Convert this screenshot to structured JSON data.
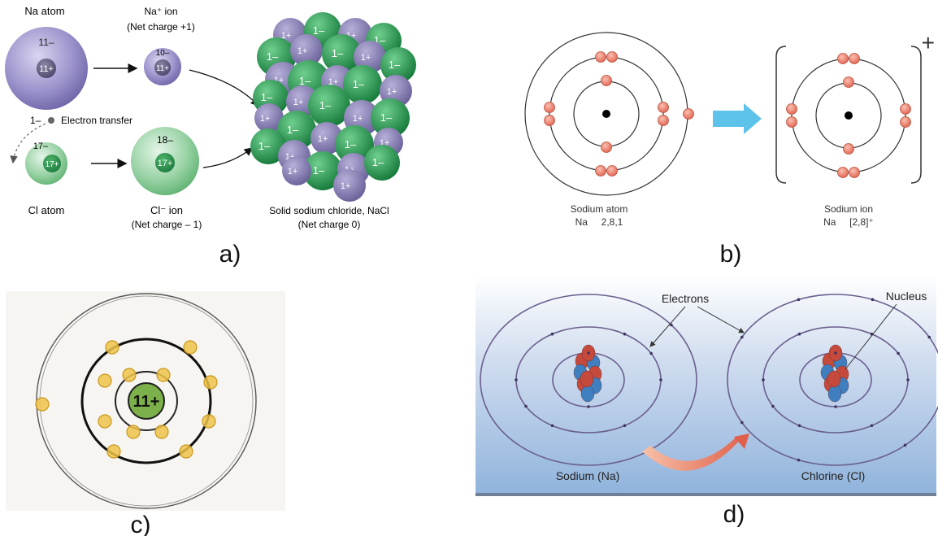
{
  "panel_a": {
    "panel_label": "a)",
    "na_atom": "Na atom",
    "na_outer": "11–",
    "na_nucleus": "11+",
    "na_ion_title": "Na⁺ ion",
    "na_ion_charge": "(Net charge +1)",
    "na_ion_outer": "10–",
    "na_ion_nucleus": "11+",
    "electron_label": "1–",
    "electron_transfer": "Electron transfer",
    "cl_outer": "17–",
    "cl_nucleus": "17+",
    "cl_atom": "Cl atom",
    "cl_ion_outer": "18–",
    "cl_ion_nucleus": "17+",
    "cl_ion_title": "Cl⁻ ion",
    "cl_ion_charge": "(Net charge – 1)",
    "nacl_title": "Solid sodium chloride, NaCl",
    "nacl_charge": "(Net charge 0)",
    "lattice_pos": "1+",
    "lattice_neg": "1–"
  },
  "panel_b": {
    "panel_label": "b)",
    "atom_name": "Sodium atom",
    "atom_config": "Na     2,8,1",
    "ion_name": "Sodium ion",
    "ion_config": "Na     [2,8]⁺",
    "charge_sign": "+"
  },
  "panel_c": {
    "panel_label": "c)",
    "nucleus_text": "11+"
  },
  "panel_d": {
    "panel_label": "d)",
    "electrons": "Electrons",
    "nucleus": "Nucleus",
    "sodium": "Sodium (Na)",
    "chlorine": "Chlorine (Cl)"
  },
  "colors": {
    "na_purple": "#8f86c4",
    "cl_green": "#5cb874",
    "lattice_green": "#2e9a58",
    "electron_salmon": "#ee8572",
    "arrow_blue": "#5ec3ea",
    "orbit_purple": "#6a5f8e",
    "pencil_yellow": "#e6bb2a"
  }
}
